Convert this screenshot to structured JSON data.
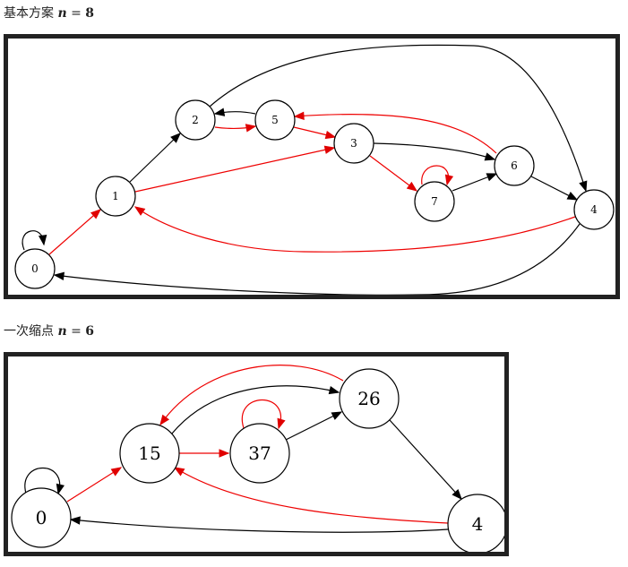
{
  "graph1": {
    "caption_text": "基本方案 ",
    "caption_var": "n",
    "caption_eq": " = ",
    "caption_num": "8",
    "nodes": [
      {
        "id": "0",
        "label": "0"
      },
      {
        "id": "1",
        "label": "1"
      },
      {
        "id": "2",
        "label": "2"
      },
      {
        "id": "5",
        "label": "5"
      },
      {
        "id": "3",
        "label": "3"
      },
      {
        "id": "7",
        "label": "7"
      },
      {
        "id": "6",
        "label": "6"
      },
      {
        "id": "4",
        "label": "4"
      }
    ],
    "edges": [
      {
        "from": "0",
        "to": "0",
        "color": "black"
      },
      {
        "from": "0",
        "to": "1",
        "color": "red"
      },
      {
        "from": "1",
        "to": "2",
        "color": "black"
      },
      {
        "from": "1",
        "to": "3",
        "color": "red"
      },
      {
        "from": "2",
        "to": "5",
        "color": "red"
      },
      {
        "from": "5",
        "to": "2",
        "color": "black"
      },
      {
        "from": "2",
        "to": "4",
        "color": "black"
      },
      {
        "from": "5",
        "to": "3",
        "color": "red"
      },
      {
        "from": "3",
        "to": "6",
        "color": "black"
      },
      {
        "from": "3",
        "to": "7",
        "color": "red"
      },
      {
        "from": "7",
        "to": "7",
        "color": "red"
      },
      {
        "from": "7",
        "to": "6",
        "color": "black"
      },
      {
        "from": "6",
        "to": "5",
        "color": "red"
      },
      {
        "from": "6",
        "to": "4",
        "color": "black"
      },
      {
        "from": "4",
        "to": "1",
        "color": "red"
      },
      {
        "from": "4",
        "to": "0",
        "color": "black"
      }
    ]
  },
  "graph2": {
    "caption_text": "一次缩点 ",
    "caption_var": "n",
    "caption_eq": " = ",
    "caption_num": "6",
    "nodes": [
      {
        "id": "0",
        "label": "0"
      },
      {
        "id": "15",
        "label": "15"
      },
      {
        "id": "37",
        "label": "37"
      },
      {
        "id": "26",
        "label": "26"
      },
      {
        "id": "4",
        "label": "4"
      }
    ],
    "edges": [
      {
        "from": "0",
        "to": "0",
        "color": "black"
      },
      {
        "from": "0",
        "to": "15",
        "color": "red"
      },
      {
        "from": "15",
        "to": "37",
        "color": "red"
      },
      {
        "from": "15",
        "to": "26",
        "color": "black"
      },
      {
        "from": "37",
        "to": "37",
        "color": "red"
      },
      {
        "from": "37",
        "to": "26",
        "color": "black"
      },
      {
        "from": "26",
        "to": "15",
        "color": "red"
      },
      {
        "from": "26",
        "to": "4",
        "color": "black"
      },
      {
        "from": "4",
        "to": "15",
        "color": "red"
      },
      {
        "from": "4",
        "to": "0",
        "color": "black"
      }
    ]
  },
  "colors": {
    "red": "#e00000",
    "black": "#000000"
  }
}
